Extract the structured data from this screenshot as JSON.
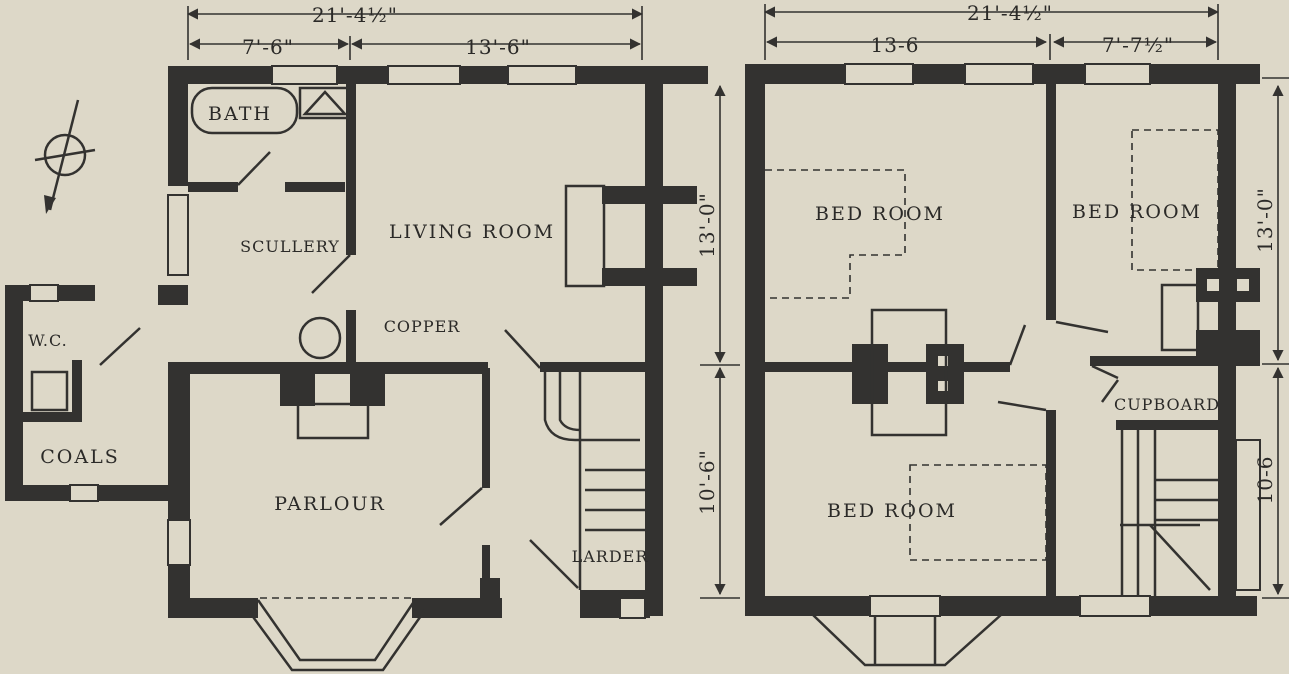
{
  "ground_floor": {
    "overall_width": "21'-4½\"",
    "left_width": "7'-6\"",
    "right_width": "13'-6\"",
    "depth_upper": "13'-0\"",
    "depth_lower": "10'-6\"",
    "rooms": {
      "bath": "BATH",
      "scullery": "SCULLERY",
      "living_room": "LIVING ROOM",
      "copper": "COPPER",
      "wc": "W.C.",
      "coals": "COALS",
      "parlour": "PARLOUR",
      "larder": "LARDER"
    }
  },
  "first_floor": {
    "overall_width": "21'-4½\"",
    "left_width": "13-6",
    "right_width": "7'-7½\"",
    "depth_upper": "13'-0\"",
    "depth_lower": "10-6",
    "rooms": {
      "bed_room_1": "BED ROOM",
      "bed_room_2": "BED ROOM",
      "bed_room_3": "BED ROOM",
      "cupboard": "CUPBOARD"
    }
  },
  "icons": {
    "north_arrow": "north-arrow-icon"
  }
}
